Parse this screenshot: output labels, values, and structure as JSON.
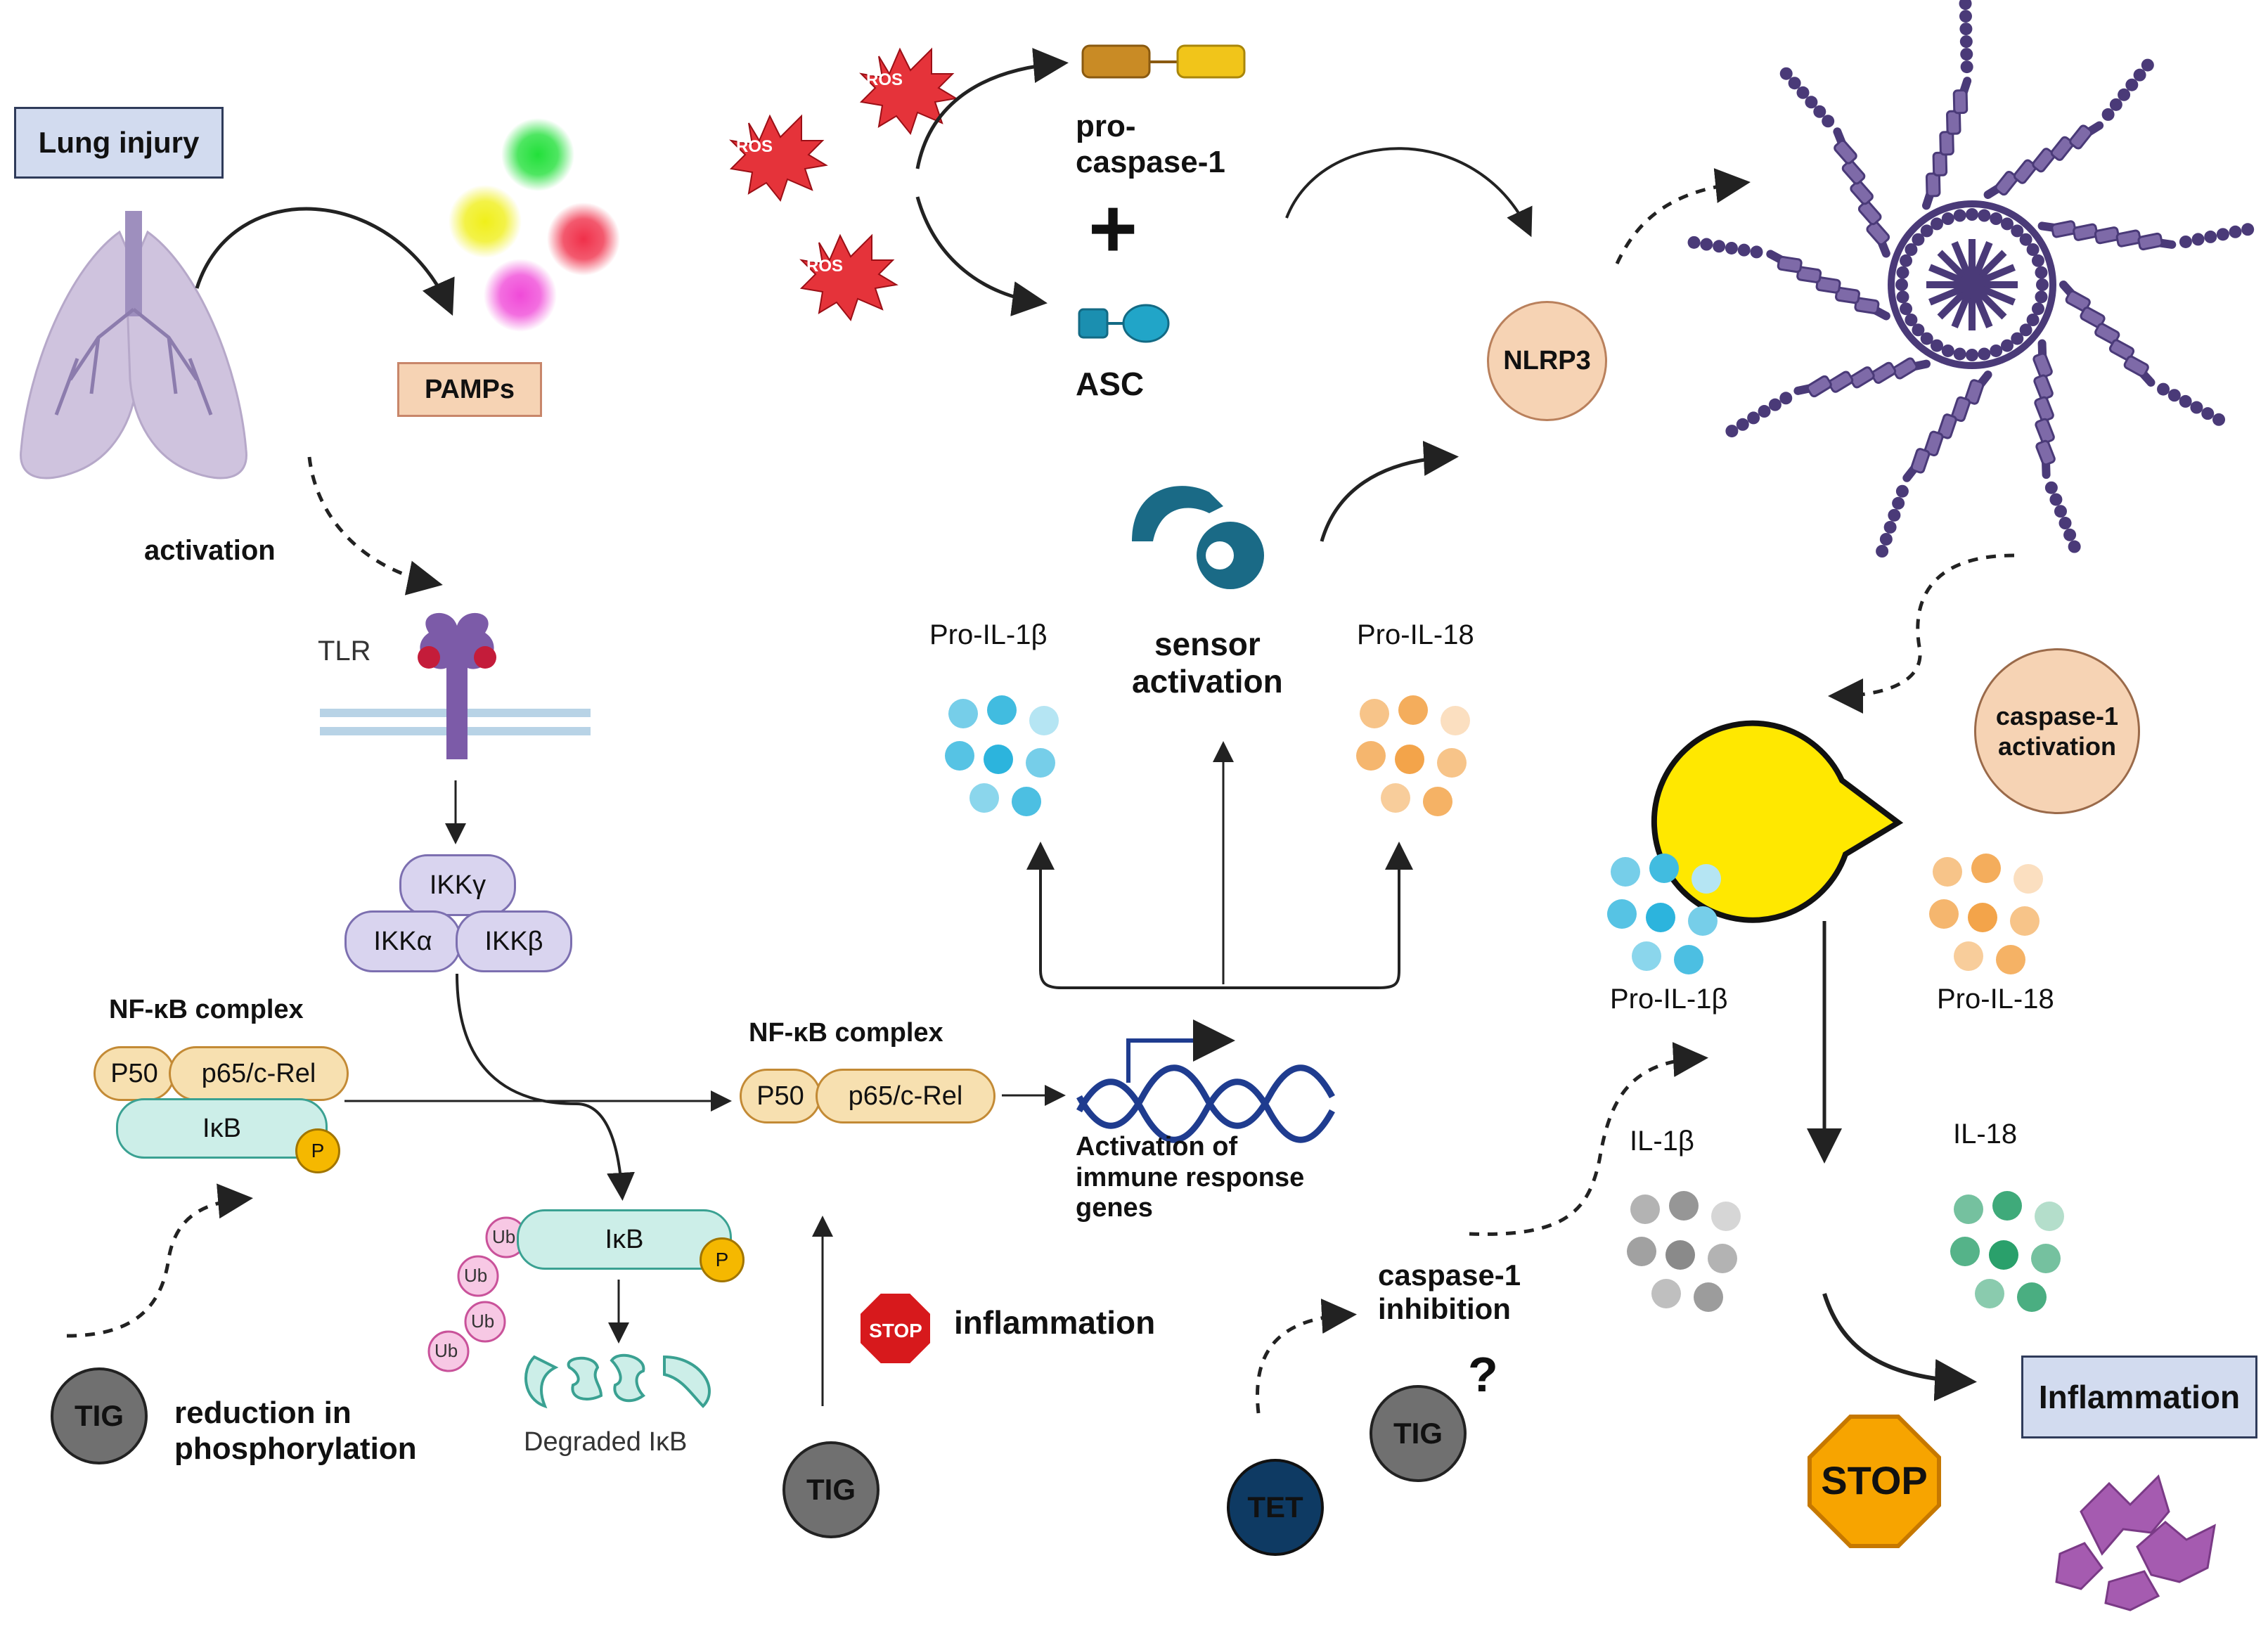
{
  "labels": {
    "lung_injury": "Lung injury",
    "pamps": "PAMPs",
    "activation": "activation",
    "tlr": "TLR",
    "ikk_gamma": "IKKγ",
    "ikk_alpha": "IKKα",
    "ikk_beta": "IKKβ",
    "nfkb_complex_left": "NF-κB complex",
    "p50": "P50",
    "p65": "p65/c-Rel",
    "ikb": "IκB",
    "phospho": "P",
    "ub": "Ub",
    "degraded_ikb": "Degraded IκB",
    "nfkb_complex_mid": "NF-κB complex",
    "activation_immune": "Activation of\nimmune response\ngenes",
    "ros": "ROS",
    "pro_caspase": "pro-\ncaspase-1",
    "plus": "+",
    "asc": "ASC",
    "nlrp3": "NLRP3",
    "sensor_activation": "sensor\nactivation",
    "pro_il1b": "Pro-IL-1β",
    "pro_il18": "Pro-IL-18",
    "caspase1_activation": "caspase-1\nactivation",
    "il1b": "IL-1β",
    "il18": "IL-18",
    "inflammation_mid": "inflammation",
    "inflammation_box": "Inflammation",
    "stop": "STOP",
    "tig": "TIG",
    "tet": "TET",
    "reduction": "reduction in\nphosphorylation",
    "caspase1_inhibition": "caspase-1\ninhibition",
    "question": "?"
  },
  "colors": {
    "lung_box_fill": "#d2dbef",
    "pamps_fill": "#f6d3b4",
    "nlrp3_fill": "#f6d3b4",
    "ros_fill": "#e5333a",
    "inflammasome": "#4a3a78",
    "ikk_fill": "#d9d4ef",
    "ikb_fill": "#cceee8",
    "ikb_stroke": "#3aa192",
    "nfkb_fill": "#f7e0b0",
    "nfkb_stroke": "#c38a35",
    "phospho_fill": "#f5b800",
    "ub_fill": "#f7c8e4",
    "ub_stroke": "#c9529a",
    "tig_fill": "#707070",
    "tet_fill": "#0e3a63",
    "stop_red": "#d7191c",
    "stop_orange": "#f7a400",
    "pacman_yellow": "#ffe800",
    "dna_blue": "#1f3c8f",
    "il1b_blue": "#2cb4dd",
    "il18_orange": "#f3a44a",
    "il1b_mature_grey": "#8a8a8a",
    "il18_mature_green": "#2aa06b",
    "cells_purple": "#a55bb0"
  },
  "icons": [
    "lungs-icon",
    "pamps-dots-icon",
    "tlr-receptor-icon",
    "ros-burst-icon",
    "pro-caspase-icon",
    "asc-icon",
    "nlrp3-sensor-icon",
    "inflammasome-icon",
    "dna-icon",
    "stop-sign-icon",
    "pacman-caspase-icon",
    "cytokine-cluster-icon",
    "inflammatory-cells-icon"
  ]
}
